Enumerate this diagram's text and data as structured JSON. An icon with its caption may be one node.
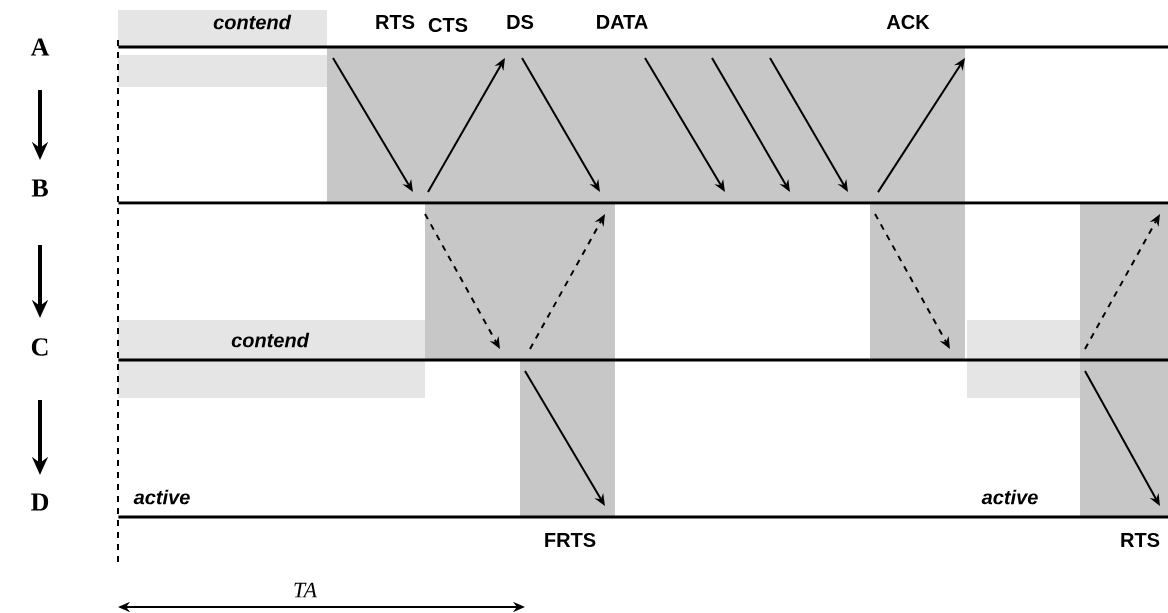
{
  "diagram": {
    "nodes": [
      {
        "text": [
          "A"
        ]
      },
      {
        "text": [
          "B"
        ]
      },
      {
        "text": [
          "C"
        ]
      },
      {
        "text": [
          "D"
        ]
      }
    ],
    "edges": [
      {
        "from": 0,
        "to": 1,
        "arrow": "to",
        "label": "RTS"
      },
      {
        "from": 1,
        "to": 0,
        "arrow": "to",
        "label": "CTS"
      },
      {
        "from": 0,
        "to": 1,
        "arrow": "to",
        "label": "DS"
      },
      {
        "from": 0,
        "to": 1,
        "arrow": "to",
        "label": "DATA"
      },
      {
        "from": 0,
        "to": 1,
        "arrow": "to"
      },
      {
        "from": 0,
        "to": 1,
        "arrow": "to"
      },
      {
        "from": 1,
        "to": 0,
        "arrow": "to",
        "label": "ACK"
      },
      {
        "from": 1,
        "to": 2,
        "arrow": "to",
        "style": "dashed"
      },
      {
        "from": 2,
        "to": 1,
        "arrow": "to",
        "style": "dashed"
      },
      {
        "from": 2,
        "to": 3,
        "arrow": "to",
        "label": "FRTS"
      },
      {
        "from": 1,
        "to": 2,
        "arrow": "to",
        "style": "dashed"
      },
      {
        "from": 2,
        "to": 1,
        "arrow": "to",
        "style": "dashed"
      },
      {
        "from": 2,
        "to": 3,
        "arrow": "to",
        "label": "RTS"
      }
    ],
    "labels": [
      "contend",
      "contend",
      "active",
      "active",
      "TA"
    ]
  }
}
